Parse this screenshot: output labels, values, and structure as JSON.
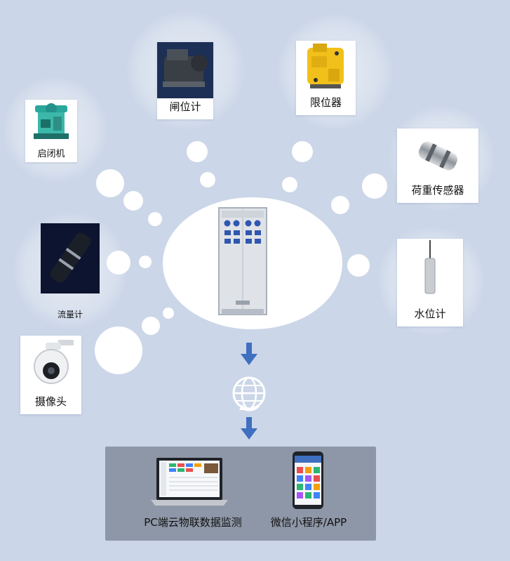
{
  "devices": [
    {
      "id": "hoist",
      "label": "启闭机"
    },
    {
      "id": "gate-position-meter",
      "label": "闸位计"
    },
    {
      "id": "limiter",
      "label": "限位器"
    },
    {
      "id": "load-sensor",
      "label": "荷重传感器"
    },
    {
      "id": "flow-meter",
      "label": "流量计"
    },
    {
      "id": "water-level-meter",
      "label": "水位计"
    },
    {
      "id": "camera",
      "label": "摄像头"
    }
  ],
  "outputs": {
    "pc": "PC端云物联数据监测",
    "mini_program": "微信小程序/APP"
  },
  "colors": {
    "background": "#cbd6e8",
    "arrow": "#3f6fbf",
    "panel": "#8e97a7",
    "cabinet": "#dfe3e8",
    "cabinet_buttons": "#2f56b0"
  }
}
